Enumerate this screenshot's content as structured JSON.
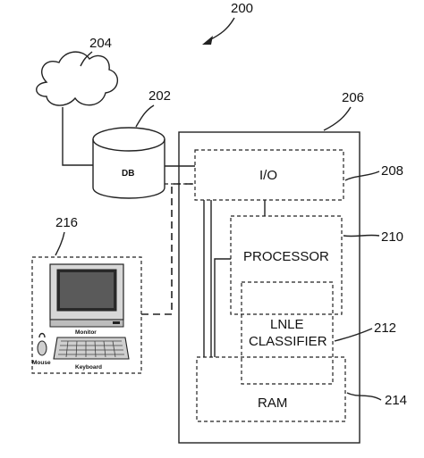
{
  "figure_ref": "200",
  "cloud": {
    "ref": "204"
  },
  "database": {
    "ref": "202",
    "label": "DB"
  },
  "workstation": {
    "ref": "216",
    "monitor_label": "Monitor",
    "mouse_label": "Mouse",
    "keyboard_label": "Keyboard"
  },
  "system": {
    "ref": "206"
  },
  "io": {
    "ref": "208",
    "label": "I/O"
  },
  "processor": {
    "ref": "210",
    "label": "PROCESSOR"
  },
  "classifier": {
    "ref": "212",
    "label_line1": "LNLE",
    "label_line2": "CLASSIFIER"
  },
  "ram": {
    "ref": "214",
    "label": "RAM"
  }
}
